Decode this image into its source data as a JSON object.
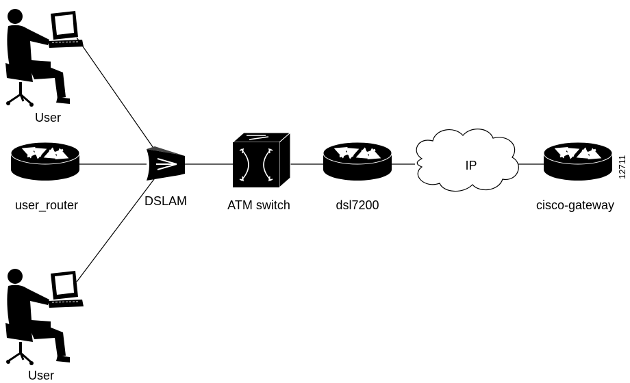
{
  "diagram": {
    "labels": {
      "user_top": "User",
      "user_router": "user_router",
      "user_bottom": "User",
      "dslam": "DSLAM",
      "atm_switch": "ATM switch",
      "dsl7200": "dsl7200",
      "ip_cloud": "IP",
      "cisco_gateway": "cisco-gateway",
      "figure_id": "12711"
    },
    "icons": {
      "user_top": "user-workstation-icon",
      "user_router": "router-icon",
      "user_bottom": "user-workstation-icon",
      "dslam": "dslam-icon",
      "atm_switch": "atm-switch-icon",
      "dsl7200": "router-icon",
      "ip_cloud": "cloud-icon",
      "cisco_gateway": "router-icon"
    },
    "connections": [
      {
        "from": "user_top",
        "to": "dslam"
      },
      {
        "from": "user_router",
        "to": "dslam"
      },
      {
        "from": "user_bottom",
        "to": "dslam"
      },
      {
        "from": "dslam",
        "to": "atm_switch"
      },
      {
        "from": "atm_switch",
        "to": "dsl7200"
      },
      {
        "from": "dsl7200",
        "to": "ip_cloud"
      },
      {
        "from": "ip_cloud",
        "to": "cisco_gateway"
      }
    ]
  }
}
